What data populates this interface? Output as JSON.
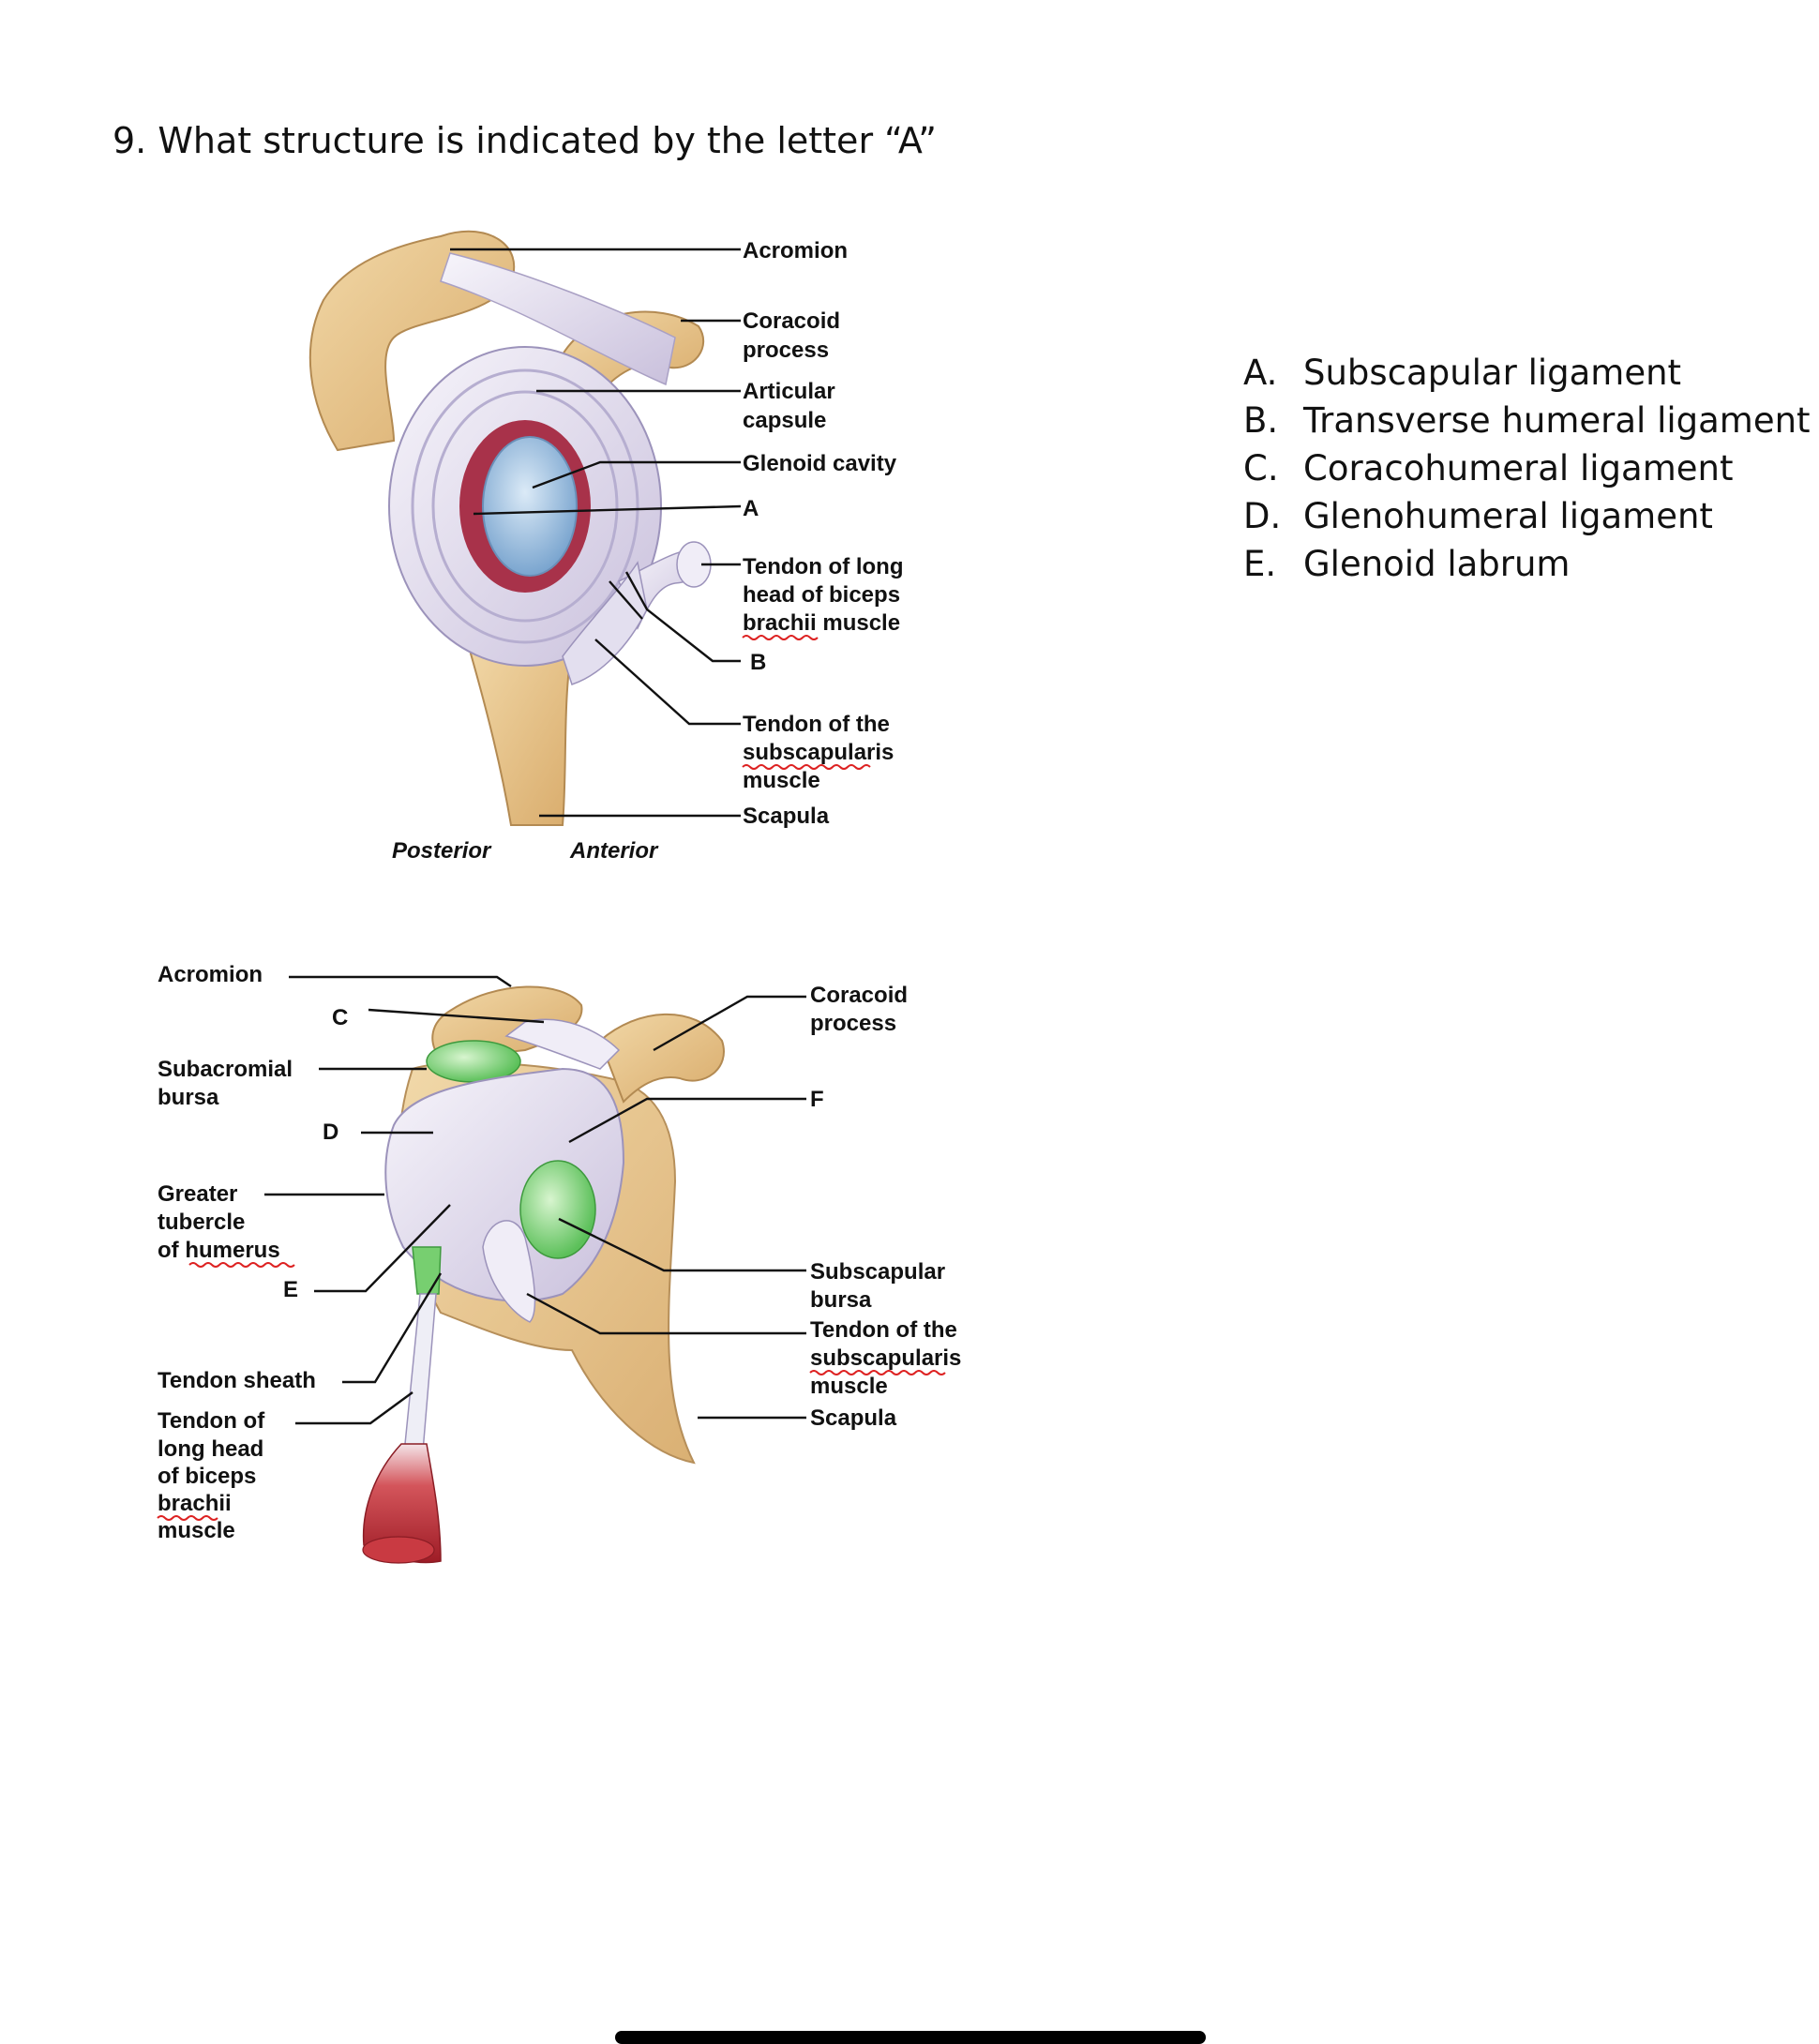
{
  "question": "9. What structure is indicated by the letter “A”",
  "answers": [
    {
      "letter": "A.",
      "text": "Subscapular ligament"
    },
    {
      "letter": "B.",
      "text": "Transverse humeral ligament"
    },
    {
      "letter": "C.",
      "text": "Coracohumeral ligament"
    },
    {
      "letter": "D.",
      "text": "Glenohumeral ligament"
    },
    {
      "letter": "E.",
      "text": "Glenoid labrum"
    }
  ],
  "figure_top": {
    "labels": {
      "acromion": "Acromion",
      "coracoid_1": "Coracoid",
      "coracoid_2": "process",
      "capsule_1": "Articular",
      "capsule_2": "capsule",
      "glenoid": "Glenoid cavity",
      "letter_a": "A",
      "biceps_1": "Tendon of long",
      "biceps_2": "head of biceps",
      "biceps_3": "brachii muscle",
      "letter_b": "B",
      "subscap_1": "Tendon of the",
      "subscap_2": "subscapularis",
      "subscap_3": "muscle",
      "scapula": "Scapula",
      "posterior": "Posterior",
      "anterior": "Anterior"
    }
  },
  "figure_bottom": {
    "labels": {
      "acromion": "Acromion",
      "letter_c": "C",
      "coracoid_1": "Coracoid",
      "coracoid_2": "process",
      "subacromial_1": "Subacromial",
      "subacromial_2": "bursa",
      "letter_d": "D",
      "letter_f": "F",
      "greater_1": "Greater",
      "greater_2": "tubercle",
      "greater_3": "of humerus",
      "letter_e": "E",
      "subscap_bursa_1": "Subscapular",
      "subscap_bursa_2": "bursa",
      "subscap_tendon_1": "Tendon of the",
      "subscap_tendon_2": "subscapularis",
      "subscap_tendon_3": "muscle",
      "tendon_sheath": "Tendon sheath",
      "scapula": "Scapula",
      "biceps_1": "Tendon of",
      "biceps_2": "long head",
      "biceps_3": "of biceps",
      "biceps_4": "brachii",
      "biceps_5": "muscle"
    }
  },
  "colors": {
    "bone": "#e6c48e",
    "ligament": "#ece8f4",
    "cartilage": "#a9c9e6",
    "bursa": "#8fd98b",
    "muscle": "#c8313b"
  }
}
